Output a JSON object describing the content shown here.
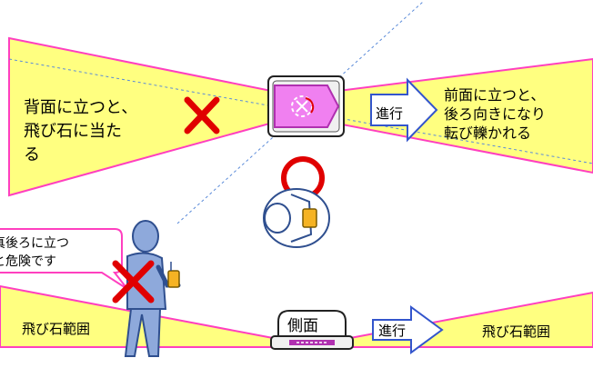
{
  "labels": {
    "back_warning_line1": "背面に立つと、",
    "back_warning_line2": "飛び石に当た",
    "back_warning_line3": "る",
    "front_warning_line1": "前面に立つと、",
    "front_warning_line2": "後ろ向きになり",
    "front_warning_line3": "転び轢かれる",
    "direction_top": "進行",
    "direction_bottom": "進行",
    "side_view": "側面",
    "range_left": "飛び石範囲",
    "range_right": "飛び石範囲",
    "callout_line1": "真後ろに立つ",
    "callout_line2": "と危険です"
  },
  "colors": {
    "zone_fill": "#ffff80",
    "zone_edge": "#ff3fbf",
    "arrow_fill": "#ffffff",
    "arrow_edge": "#3355cc",
    "cross": "#e00000",
    "ok_circle": "#e00000",
    "person": "#8ea9db",
    "person_edge": "#2f4f8f",
    "callout_edge": "#ff3fbf"
  },
  "icons": {
    "wrong": "cross-mark-icon",
    "correct": "circle-mark-icon",
    "direction": "right-arrow-icon"
  }
}
